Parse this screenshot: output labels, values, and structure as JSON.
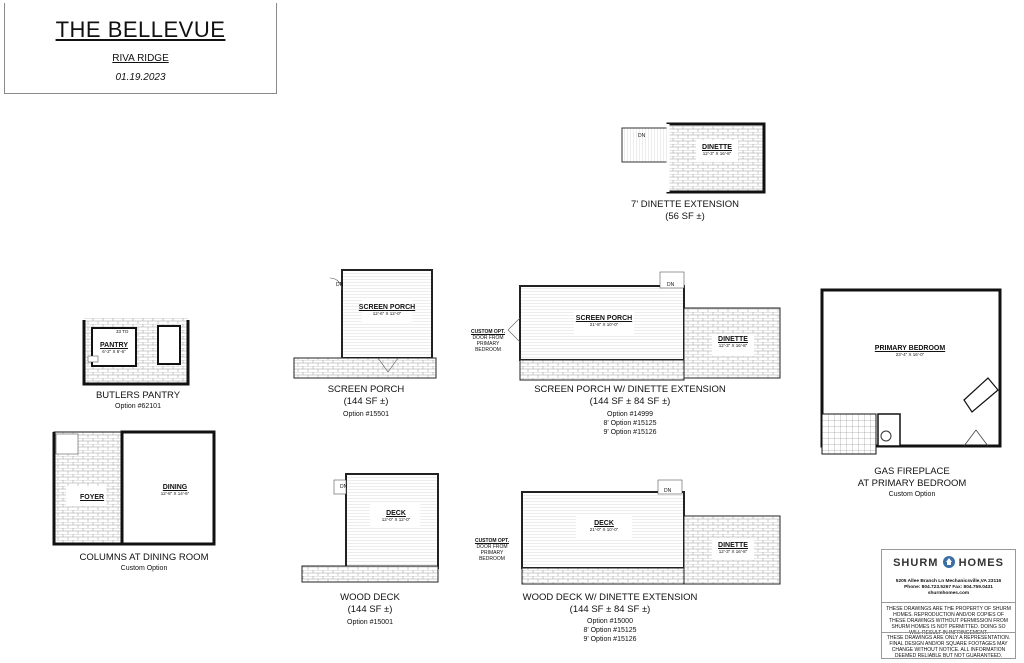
{
  "header": {
    "title": "THE BELLEVUE",
    "community": "RIVA RIDGE",
    "date": "01.19.2023"
  },
  "plans": {
    "dinette_extension": {
      "room": "DINETTE",
      "dims": "12'-3\" X 16'-8\"",
      "door": "DN",
      "caption": "7' DINETTE EXTENSION",
      "area": "(56 SF ±)"
    },
    "butlers_pantry": {
      "room": "PANTRY",
      "dims": "6'-2\" X 6'-6\"",
      "note": "33 TO",
      "caption": "BUTLERS PANTRY",
      "option": "Option #62101"
    },
    "screen_porch": {
      "room": "SCREEN PORCH",
      "dims": "12'-6\" X 12'-0\"",
      "door": "DN",
      "caption": "SCREEN PORCH",
      "area": "(144 SF ±)",
      "option": "Option #15501"
    },
    "screen_porch_dinette": {
      "room": "SCREEN PORCH",
      "dims": "21'-8\" X 10'-0\"",
      "room2": "DINETTE",
      "dims2": "12'-3\" X 16'-8\"",
      "door": "DN",
      "custom": [
        "CUSTOM OPT.",
        "DOOR FROM",
        "PRIMARY",
        "BEDROOM"
      ],
      "caption": "SCREEN PORCH W/ DINETTE EXTENSION",
      "area": "(144 SF ± 84 SF ±)",
      "options": [
        "Option #14999",
        "8' Option #15125",
        "9' Option #15126"
      ]
    },
    "primary_bedroom": {
      "room": "PRIMARY BEDROOM",
      "dims": "23'-4\" X 16'-0\"",
      "caption1": "GAS FIREPLACE",
      "caption2": "AT PRIMARY BEDROOM",
      "option": "Custom Option"
    },
    "columns_dining": {
      "room": "FOYER",
      "room2": "DINING",
      "dims2": "12'-8\" X 14'-6\"",
      "caption": "COLUMNS AT DINING ROOM",
      "option": "Custom Option"
    },
    "wood_deck": {
      "room": "DECK",
      "dims": "12'-0\" X 12'-0\"",
      "door": "DN",
      "caption": "WOOD DECK",
      "area": "(144 SF ±)",
      "option": "Option #15001"
    },
    "wood_deck_dinette": {
      "room": "DECK",
      "dims": "21'-0\" X 10'-0\"",
      "room2": "DINETTE",
      "dims2": "12'-3\" X 16'-8\"",
      "door": "DN",
      "custom": [
        "CUSTOM OPT.",
        "DOOR FROM",
        "PRIMARY",
        "BEDROOM"
      ],
      "caption": "WOOD DECK W/ DINETTE EXTENSION",
      "area": "(144 SF ± 84 SF ±)",
      "options": [
        "Option #15000",
        "8' Option #15125",
        "9' Option #15126"
      ]
    }
  },
  "brand": {
    "name_left": "SHURM",
    "name_right": "HOMES",
    "address": "5205 Allee Branch Ln Mechanicsville,VA 23116",
    "phone": "Phone: 804.723.5267 Fax: 804.759.0431",
    "web": "shurmhomes.com",
    "notice1": "THESE DRAWINGS ARE THE PROPERTY OF SHURM HOMES. REPRODUCTION AND/OR COPIES OF THESE DRAWINGS WITHOUT PERMISSION FROM SHURM HOMES IS NOT PERMITTED. DOING SO WILL RESULT IN INFRINGEMENT.",
    "notice2": "THESE DRAWINGS ARE ONLY A REPRESENTATION. FINAL DESIGN AND/OR SQUARE FOOTAGES MAY CHANGE WITHOUT NOTICE. ALL INFORMATION DEEMED RELIABLE BUT NOT GUARANTEED.",
    "accent": "#3a6ea5"
  }
}
